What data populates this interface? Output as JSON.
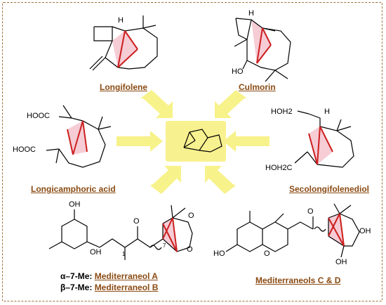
{
  "compounds": {
    "longifolene": "Longifolene",
    "culmorin": "Culmorin",
    "longicamphoric": "Longicamphoric acid",
    "secolongifolenediol": "Secolongifolenediol",
    "mediterraneols_cd": "Mediterraneols C & D",
    "mediterraneol_a_prefix": "α–7-Me:",
    "mediterraneol_a": "Mediterraneol A",
    "mediterraneol_b_prefix": "β–7-Me:",
    "mediterraneol_b": "Mediterraneol B"
  },
  "atoms": {
    "h": "H",
    "ho": "HO",
    "oh": "OH",
    "cooh": "HOOC",
    "hooc2": "HOOC",
    "ho2": "HOH2",
    "hoh2c": "HOH2C",
    "o": "O",
    "seven": "7",
    "one": "1"
  },
  "colors": {
    "frame": "#a0743d",
    "arrow": "#f7f28a",
    "center": "#f5ec6a",
    "bridge": "#cc1f1f",
    "label": "#8a4a12",
    "pink": "#f2b6c3"
  }
}
